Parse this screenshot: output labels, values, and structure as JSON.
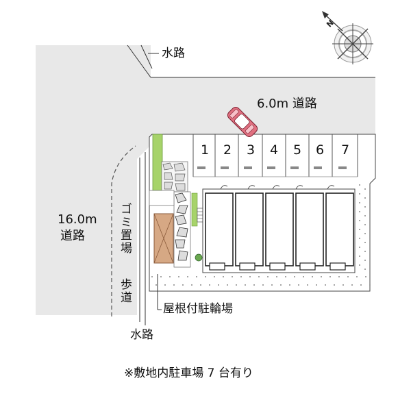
{
  "labels": {
    "water_top": "水路",
    "road_top": "6.0m 道路",
    "road_left_width": "16.0m",
    "road_left_name": "道路",
    "garbage": "ゴミ置場",
    "sidewalk": "歩道",
    "bike_parking": "屋根付駐輪場",
    "water_bottom": "水路",
    "footnote": "※敷地内駐車場 7 台有り"
  },
  "parking_spaces": [
    "1",
    "2",
    "3",
    "4",
    "5",
    "6",
    "7"
  ],
  "compass": {
    "north_letter": "N"
  },
  "colors": {
    "road": "#e8e8e8",
    "car": "#e07080",
    "planting": "#a7d36a",
    "garbage_box": "#d6a884",
    "lines": "#555555"
  }
}
